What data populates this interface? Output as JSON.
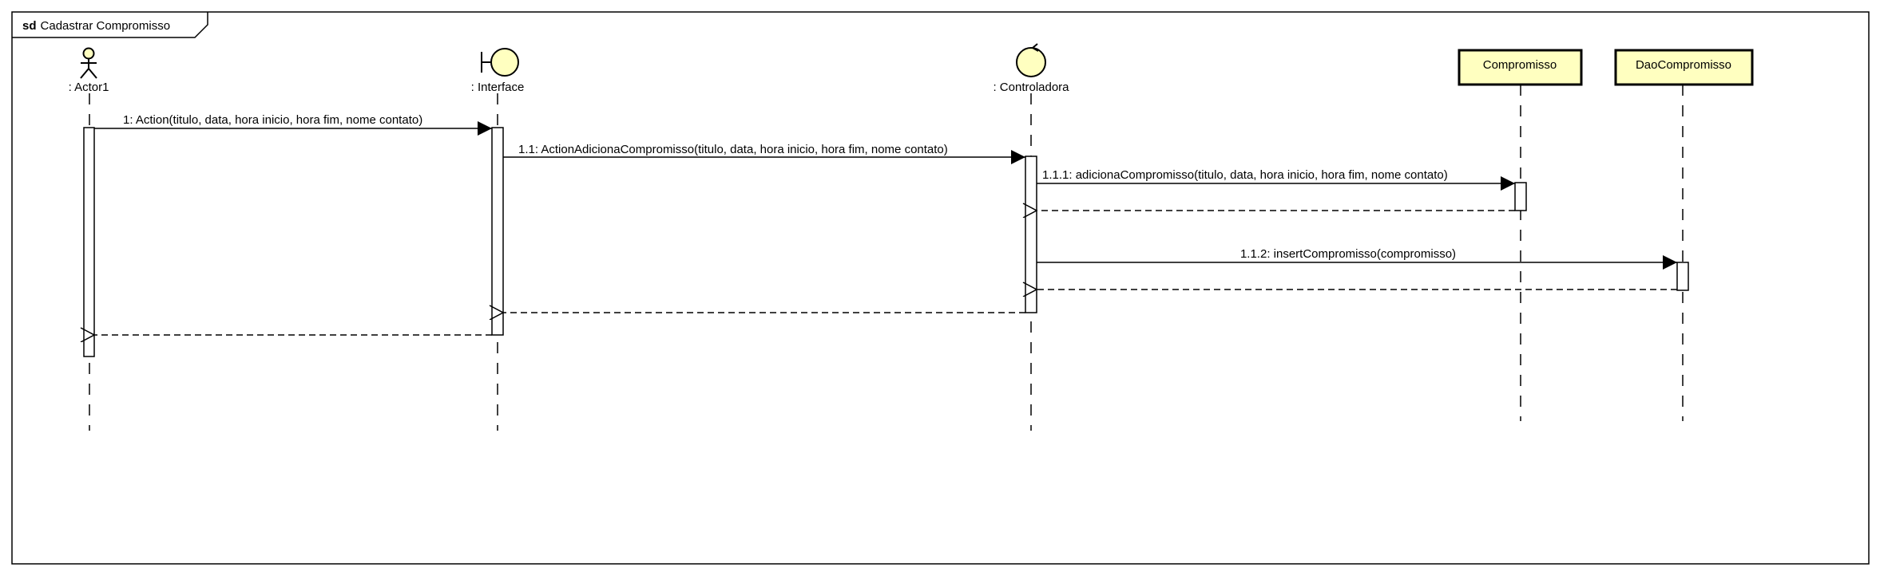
{
  "frame": {
    "keyword": "sd",
    "title": "Cadastrar Compromisso"
  },
  "participants": [
    {
      "id": "actor1",
      "kind": "actor",
      "label": ": Actor1"
    },
    {
      "id": "interface",
      "kind": "boundary",
      "label": ": Interface"
    },
    {
      "id": "controladora",
      "kind": "control",
      "label": ": Controladora"
    },
    {
      "id": "compromisso",
      "kind": "class",
      "label": "Compromisso"
    },
    {
      "id": "daocompromisso",
      "kind": "class",
      "label": "DaoCompromisso"
    }
  ],
  "messages": [
    {
      "id": "m1",
      "label": "1: Action(titulo, data, hora inicio, hora fim, nome contato)",
      "from": "actor1",
      "to": "interface",
      "type": "sync"
    },
    {
      "id": "m2",
      "label": "1.1: ActionAdicionaCompromisso(titulo, data, hora inicio, hora fim, nome contato)",
      "from": "interface",
      "to": "controladora",
      "type": "sync"
    },
    {
      "id": "m3",
      "label": "1.1.1: adicionaCompromisso(titulo, data, hora inicio, hora fim, nome contato)",
      "from": "controladora",
      "to": "compromisso",
      "type": "sync"
    },
    {
      "id": "m4",
      "label": "",
      "from": "compromisso",
      "to": "controladora",
      "type": "return"
    },
    {
      "id": "m5",
      "label": "1.1.2: insertCompromisso(compromisso)",
      "from": "controladora",
      "to": "daocompromisso",
      "type": "sync"
    },
    {
      "id": "m6",
      "label": "",
      "from": "daocompromisso",
      "to": "controladora",
      "type": "return"
    },
    {
      "id": "m7",
      "label": "",
      "from": "controladora",
      "to": "interface",
      "type": "return"
    },
    {
      "id": "m8",
      "label": "",
      "from": "interface",
      "to": "actor1",
      "type": "return"
    }
  ],
  "colors": {
    "participant_fill": "#ffffc0",
    "line": "#000000",
    "activation_fill": "#ffffff"
  }
}
